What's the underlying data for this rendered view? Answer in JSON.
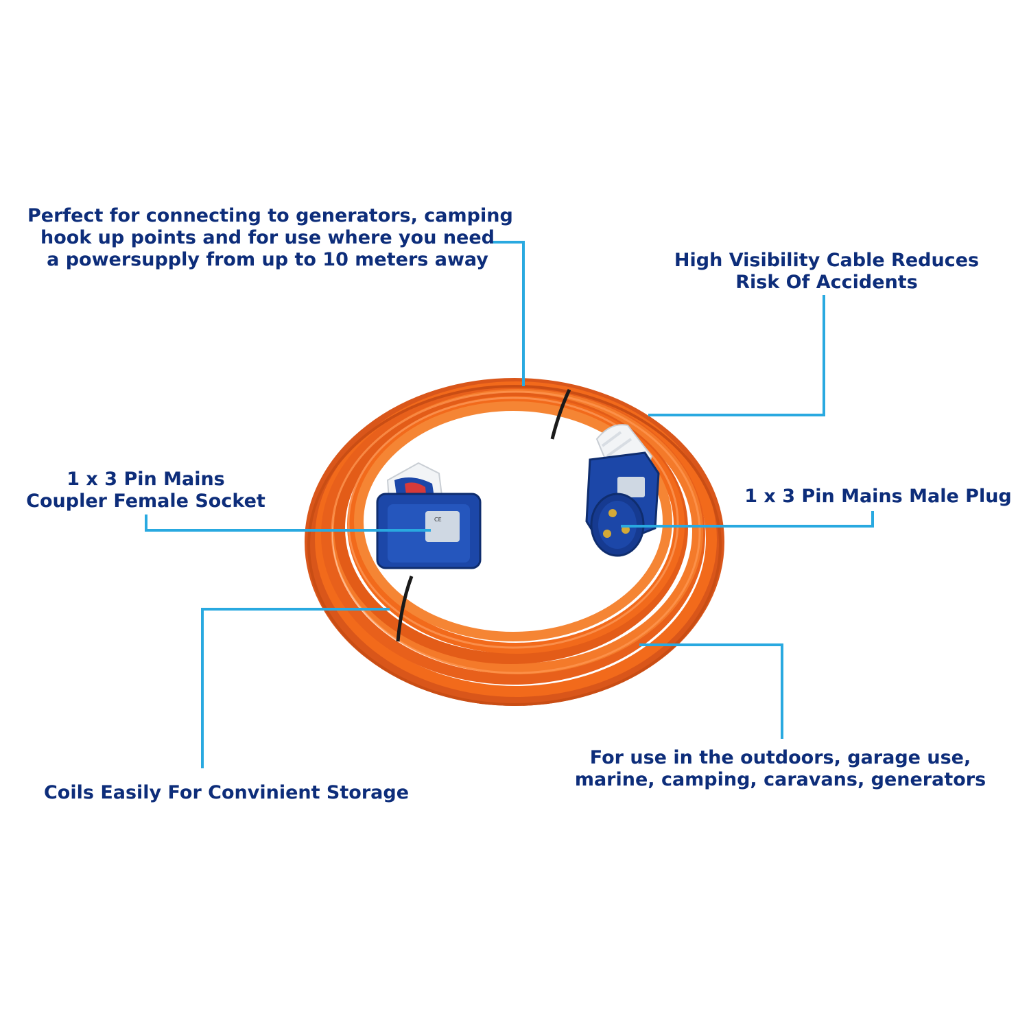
{
  "colors": {
    "text": "#0d2d7a",
    "callout_line": "#29a9e0",
    "cable_orange": "#f26a1b",
    "connector_blue": "#1c47a8",
    "connector_white": "#f2f4f6"
  },
  "callouts": {
    "generators": {
      "lines": [
        "Perfect for connecting to generators, camping",
        "hook up points and for use where you need",
        "a powersupply from up to 10 meters away"
      ]
    },
    "high_visibility": {
      "lines": [
        "High Visibility Cable Reduces",
        "Risk Of Accidents"
      ]
    },
    "female_socket": {
      "lines": [
        "1 x 3 Pin Mains",
        "Coupler Female Socket"
      ]
    },
    "male_plug": {
      "lines": [
        "1 x 3 Pin Mains Male Plug"
      ]
    },
    "coils": {
      "lines": [
        "Coils Easily For Convinient Storage"
      ]
    },
    "outdoors": {
      "lines": [
        "For use in the outdoors, garage use,",
        "marine, camping, caravans, generators"
      ]
    }
  },
  "product": {
    "image": "orange-extension-cable-coil",
    "left_connector": "female-socket-connector",
    "right_connector": "male-plug-connector"
  }
}
